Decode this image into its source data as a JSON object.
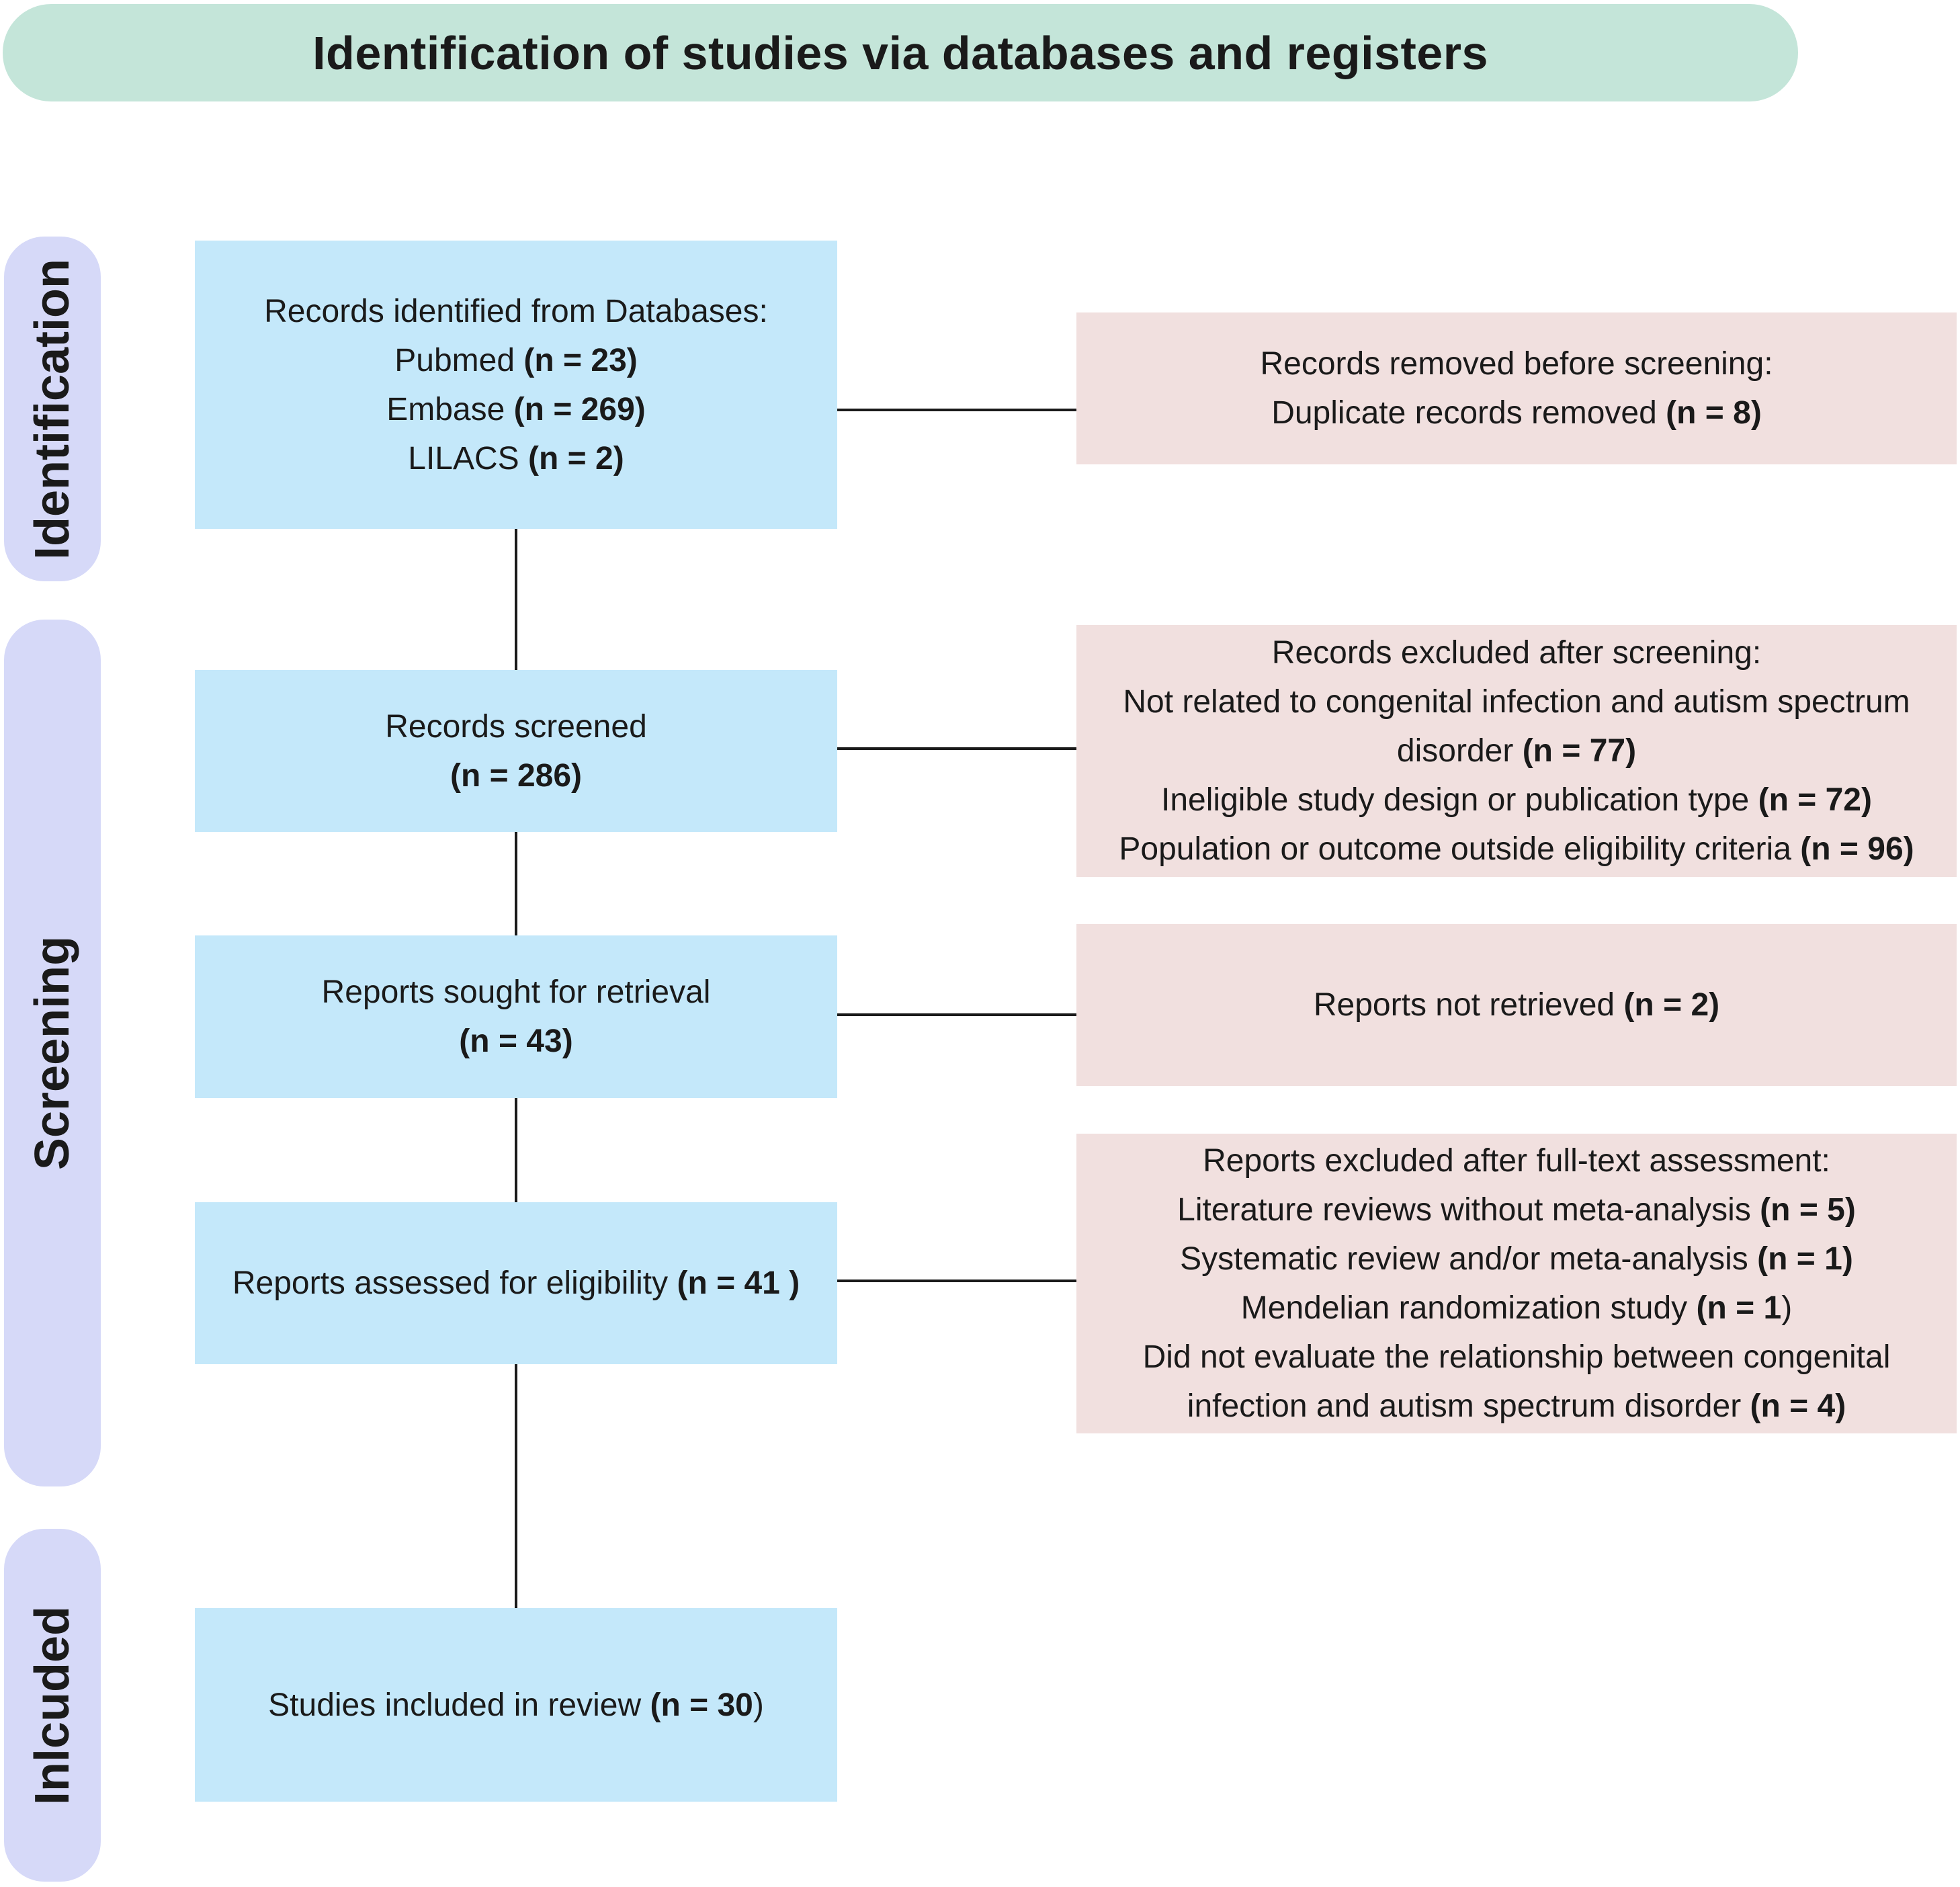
{
  "header": {
    "title": "Identification of studies via databases and registers"
  },
  "phases": {
    "identification": "Identification",
    "screening": "Screening",
    "included": "Inlcuded"
  },
  "boxes": {
    "records_identified": {
      "heading": "Records identified from Databases:",
      "sources": [
        {
          "name": "Pubmed",
          "count": "(n  = 23)"
        },
        {
          "name": "Embase",
          "count": "(n = 269)"
        },
        {
          "name": "LILACS",
          "count": "(n = 2)"
        }
      ]
    },
    "records_removed": {
      "heading": "Records removed before screening:",
      "detail": "Duplicate records removed",
      "count": "(n = 8)"
    },
    "records_screened": {
      "label": "Records screened",
      "count": "(n  = 286)"
    },
    "records_excluded": {
      "heading": "Records excluded after screening:",
      "reason1_line1": "Not related to congenital infection and autism spectrum",
      "reason1_line2": "disorder",
      "reason1_count": "(n = 77)",
      "reason2": "Ineligible study design or publication type",
      "reason2_count": "(n = 72)",
      "reason3": "Population or outcome outside eligibility criteria",
      "reason3_count": "(n = 96)"
    },
    "reports_sought": {
      "label": "Reports sought for retrieval",
      "count": "(n  = 43)"
    },
    "reports_not_retrieved": {
      "label": "Reports not retrieved",
      "count": "(n = 2)"
    },
    "reports_assessed": {
      "label": "Reports assessed for eligibility",
      "count": "(n  = 41 )"
    },
    "reports_excluded": {
      "heading": "Reports  excluded after full-text assessment:",
      "reason1": "Literature reviews without meta-analysis",
      "reason1_count": "(n = 5)",
      "reason2": "Systematic review and/or meta-analysis",
      "reason2_count": "(n = 1)",
      "reason3": "Mendelian randomization study",
      "reason3_count": "(n = 1",
      "reason3_close": ")",
      "reason4_line1": "Did not evaluate the relationship between congenital",
      "reason4_line2": "infection and autism spectrum disorder",
      "reason4_count": "(n = 4)"
    },
    "studies_included": {
      "label": "Studies included in review",
      "count": "(n = 30",
      "close": ")"
    }
  },
  "colors": {
    "header": "#c4e5d9",
    "phase": "#d6d9f8",
    "main_box": "#c4e8fa",
    "side_box": "#f1e0df",
    "line": "#1a1a1a"
  }
}
